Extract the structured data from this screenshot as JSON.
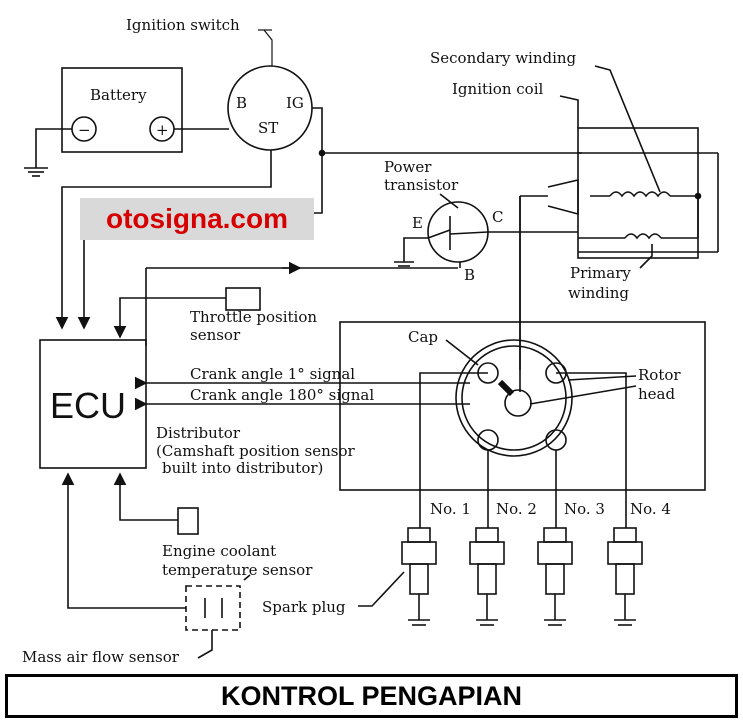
{
  "labels": {
    "ignition_switch": "Ignition switch",
    "battery": "Battery",
    "battery_minus": "−",
    "battery_plus": "+",
    "switch_b": "B",
    "switch_ig": "IG",
    "switch_st": "ST",
    "secondary_winding": "Secondary winding",
    "ignition_coil": "Ignition coil",
    "power_transistor_1": "Power",
    "power_transistor_2": "transistor",
    "transistor_e": "E",
    "transistor_c": "C",
    "transistor_b": "B",
    "primary_winding_1": "Primary",
    "primary_winding_2": "winding",
    "throttle_position_1": "Throttle position",
    "throttle_position_2": "sensor",
    "cap": "Cap",
    "rotor_head_1": "Rotor",
    "rotor_head_2": "head",
    "ecu": "ECU",
    "crank_1": "Crank angle 1° signal",
    "crank_180": "Crank angle 180° signal",
    "distributor_1": "Distributor",
    "distributor_2": "(Camshaft position sensor",
    "distributor_3": "built into distributor)",
    "no1": "No. 1",
    "no2": "No. 2",
    "no3": "No. 3",
    "no4": "No. 4",
    "coolant_1": "Engine coolant",
    "coolant_2": "temperature sensor",
    "spark_plug": "Spark plug",
    "mass_air_flow": "Mass air flow sensor"
  },
  "watermark": "otosigna.com",
  "banner": "KONTROL PENGAPIAN",
  "colors": {
    "watermark_text": "#d60000",
    "watermark_bg": "#d9d9d9",
    "line": "#111111"
  }
}
